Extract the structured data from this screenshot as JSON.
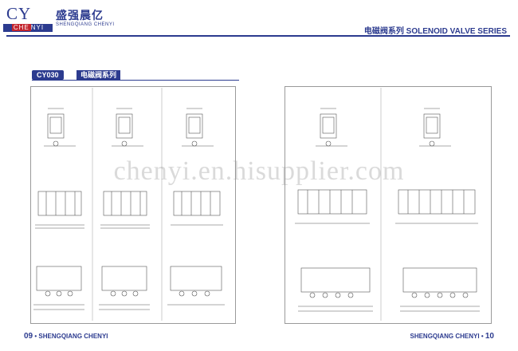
{
  "logo": {
    "mark": "CY",
    "bar_left": "CHE",
    "bar_right": "NYI",
    "name_cn": "盛强晨亿",
    "name_en": "SHENGQIANG CHENYI"
  },
  "header": {
    "series_title": "电磁阀系列 SOLENOID VALVE SERIES"
  },
  "section": {
    "model": "CY030",
    "label": "电磁阀系列"
  },
  "watermark": "chenyi.en.hisupplier.com",
  "footer": {
    "left_page": "09",
    "left_text": "• SHENGQIANG CHENYI",
    "right_text": "SHENGQIANG CHENYI •",
    "right_page": "10"
  },
  "colors": {
    "brand_blue": "#2c3b8f",
    "brand_red": "#c3242d"
  }
}
